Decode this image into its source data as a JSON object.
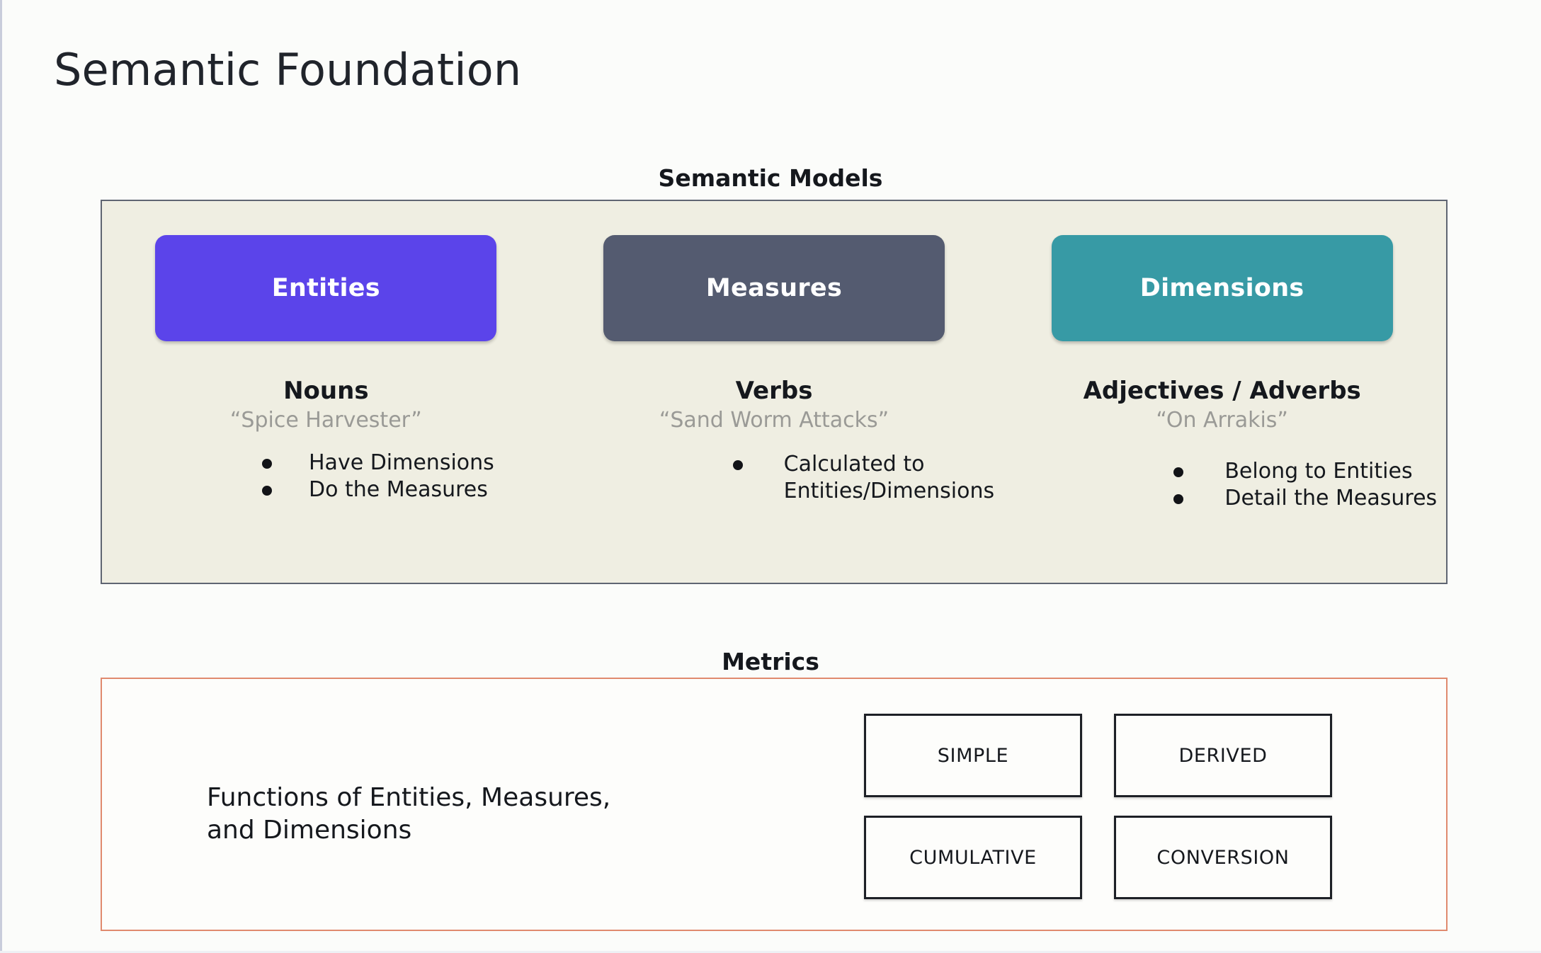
{
  "page": {
    "title": "Semantic Foundation"
  },
  "semantic_models": {
    "label": "Semantic Models",
    "panel_bg": "#efeee2",
    "panel_border": "#5f6572",
    "columns": [
      {
        "pill_label": "Entities",
        "pill_color": "#5b44ea",
        "part_of_speech": "Nouns",
        "example": "“Spice Harvester”",
        "bullets": [
          "Have Dimensions",
          "Do the Measures"
        ]
      },
      {
        "pill_label": "Measures",
        "pill_color": "#545b70",
        "part_of_speech": "Verbs",
        "example": "“Sand Worm Attacks”",
        "bullets": [
          "Calculated to\nEntities/Dimensions"
        ]
      },
      {
        "pill_label": "Dimensions",
        "pill_color": "#379aa5",
        "part_of_speech": "Adjectives / Adverbs",
        "example": "“On Arrakis”",
        "bullets": [
          "Belong to Entities",
          "Detail the Measures"
        ]
      }
    ]
  },
  "metrics": {
    "label": "Metrics",
    "panel_border": "#e08a6e",
    "description": "Functions of Entities, Measures,\nand Dimensions",
    "types": [
      "SIMPLE",
      "DERIVED",
      "CUMULATIVE",
      "CONVERSION"
    ]
  }
}
